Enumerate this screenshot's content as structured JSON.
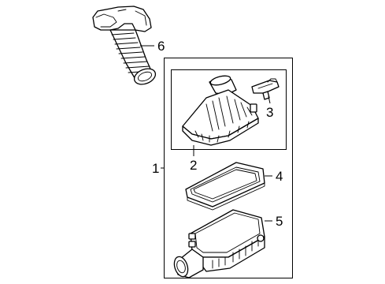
{
  "callouts": {
    "c1": "1",
    "c2": "2",
    "c3": "3",
    "c4": "4",
    "c5": "5",
    "c6": "6"
  },
  "parts": [
    {
      "number": "1",
      "icon": "air-cleaner-assembly"
    },
    {
      "number": "2",
      "icon": "upper-cover"
    },
    {
      "number": "3",
      "icon": "mass-airflow-sensor"
    },
    {
      "number": "4",
      "icon": "filter-element"
    },
    {
      "number": "5",
      "icon": "lower-housing"
    },
    {
      "number": "6",
      "icon": "intake-duct-hose"
    }
  ]
}
